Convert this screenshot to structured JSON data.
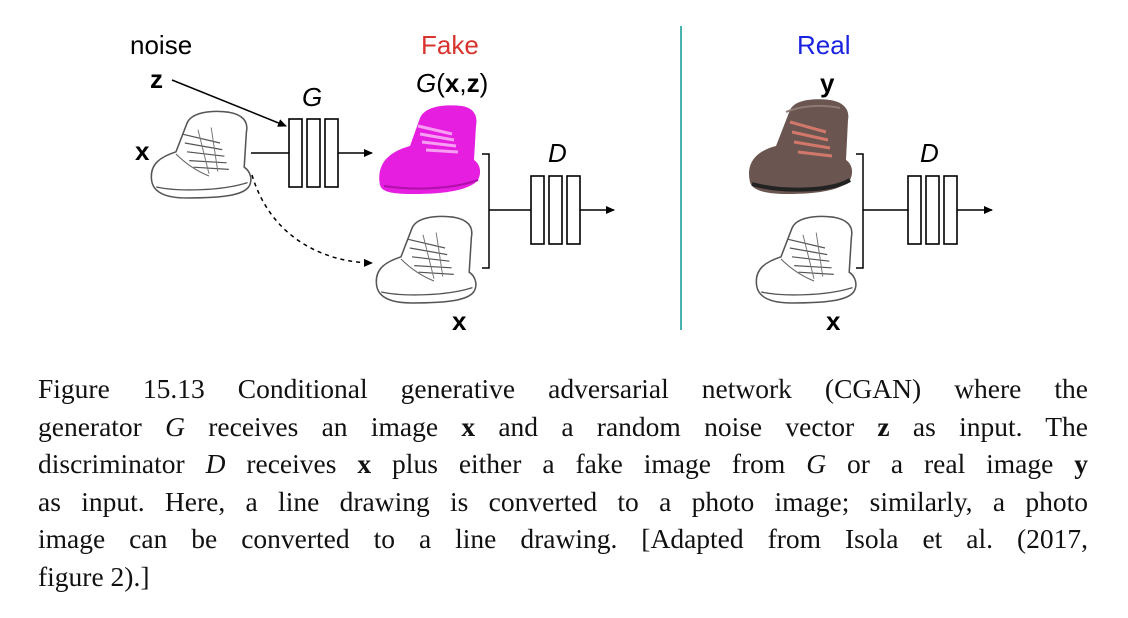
{
  "figure": {
    "noise_label": "noise",
    "z_label": "z",
    "x_label": "x",
    "G_label": "G",
    "fake_label": "Fake",
    "fake_formula": {
      "G": "G",
      "open": "(",
      "x": "x",
      "comma": ",",
      "z": "z",
      "close": ")"
    },
    "D_label_fake": "D",
    "x_label_fake_pair": "x",
    "real_label": "Real",
    "y_label": "y",
    "D_label_real": "D",
    "x_label_real_pair": "x",
    "colors": {
      "fake": "#d8342e",
      "real": "#1a22e0",
      "divider": "#4bb3ad",
      "fake_shoe": "#e61ee0",
      "real_shoe": "#5a4440"
    }
  },
  "caption": {
    "l1_a": "Figure 15.13 Conditional generative adversarial network (CGAN) where the",
    "l2_a": "generator ",
    "l2_G": "G",
    "l2_b": " receives an image ",
    "l2_x": "x",
    "l2_c": " and a random noise vector ",
    "l2_z": "z",
    "l2_d": " as input. The",
    "l3_a": "discriminator ",
    "l3_D": "D",
    "l3_b": " receives ",
    "l3_x": "x",
    "l3_c": " plus either a fake image from ",
    "l3_G": "G",
    "l3_d": " or a real image ",
    "l3_y": "y",
    "l4": "as input. Here, a line drawing is converted to a photo image; similarly, a photo",
    "l5": "image can be converted to a line drawing. [Adapted from Isola et al. (2017,",
    "l6": "figure 2).]"
  }
}
